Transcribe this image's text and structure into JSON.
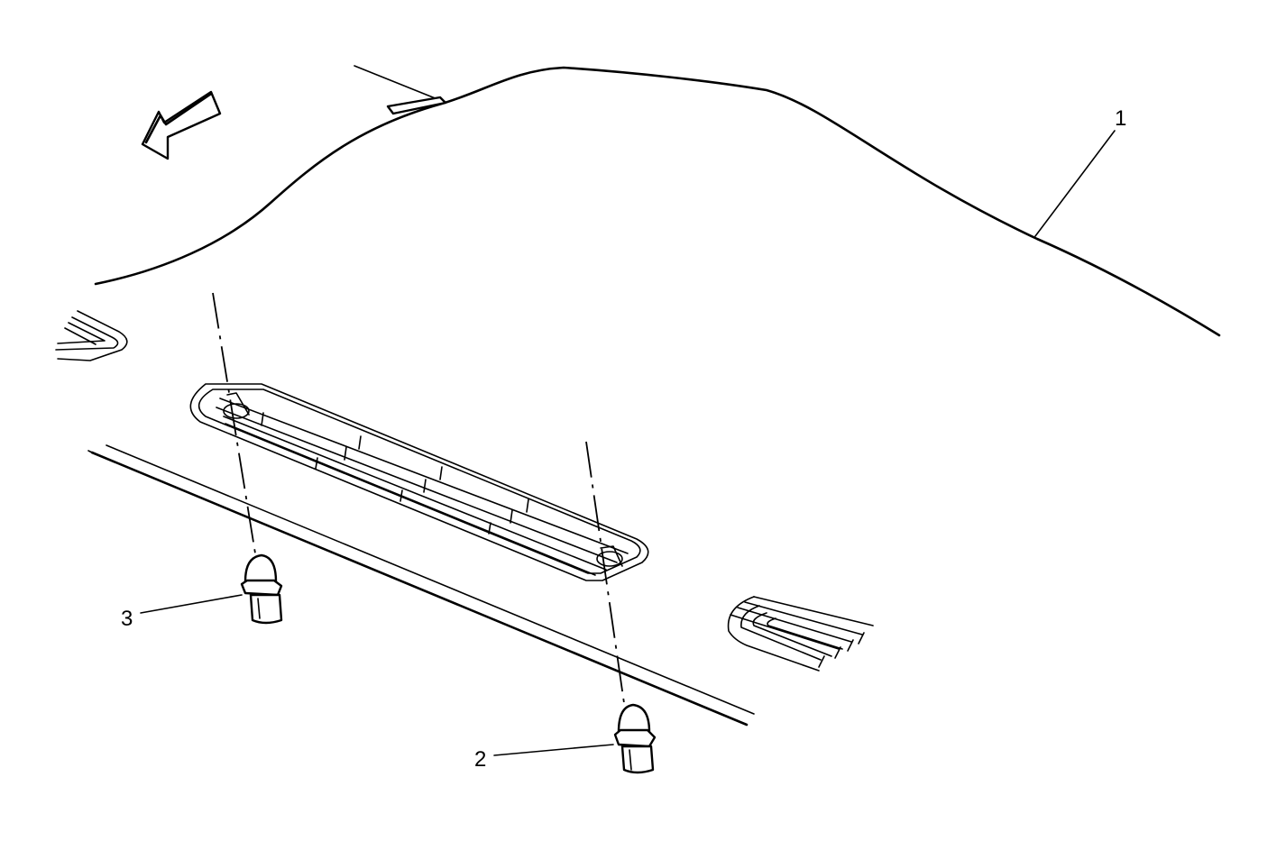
{
  "callouts": {
    "part_1": "1",
    "part_2": "2",
    "part_3": "3"
  },
  "icons": {
    "direction_arrow": "forward-arrow-icon"
  },
  "colors": {
    "line": "#000000",
    "background": "#ffffff"
  }
}
